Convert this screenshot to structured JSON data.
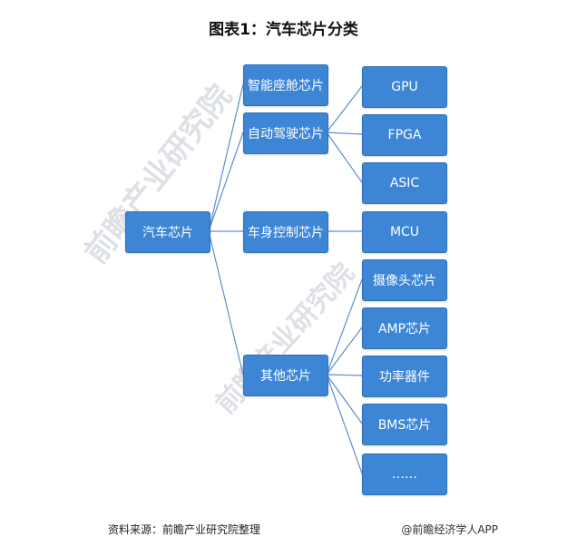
{
  "title": "图表1：汽车芯片分类",
  "root": "汽车芯片",
  "categories": [
    {
      "label": "智能座舱芯片",
      "children": []
    },
    {
      "label": "自动驾驶芯片",
      "children": [
        "GPU",
        "FPGA",
        "ASIC"
      ]
    },
    {
      "label": "车身控制芯片",
      "children": [
        "MCU"
      ]
    },
    {
      "label": "其他芯片",
      "children": [
        "摄像头芯片",
        "AMP芯片",
        "功率器件",
        "BMS芯片",
        "……"
      ]
    }
  ],
  "source": "资料来源：前瞻产业研究院整理",
  "watermark_bottom": "@前瞻经济学人APP",
  "watermark_text": "前瞻产业研究院",
  "colors": {
    "node_fill": "#3d86d6",
    "node_border": "#2f6fb7",
    "connector": "#5b8fcf"
  }
}
